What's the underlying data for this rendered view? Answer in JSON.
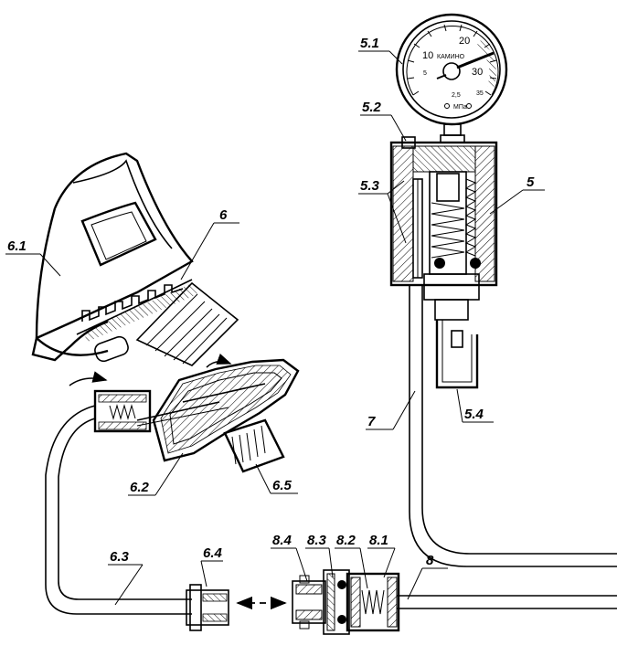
{
  "labels": {
    "l51": "5.1",
    "l52": "5.2",
    "l53": "5.3",
    "l5": "5",
    "l54": "5.4",
    "l7": "7",
    "l61": "6.1",
    "l6": "6",
    "l62": "6.2",
    "l65": "6.5",
    "l63": "6.3",
    "l64": "6.4",
    "l84": "8.4",
    "l83": "8.3",
    "l82": "8.2",
    "l81": "8.1",
    "l8": "8"
  },
  "gauge": {
    "scale": [
      "10",
      "20",
      "30",
      "5",
      "2,5",
      "35"
    ],
    "brand": "КАМИНО",
    "unit": "МПа"
  },
  "colors": {
    "ink": "#000000",
    "paper": "#ffffff"
  }
}
